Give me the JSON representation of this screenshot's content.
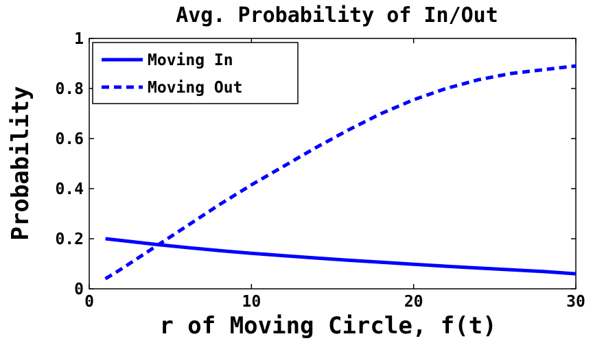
{
  "chart_data": {
    "type": "line",
    "title": "Avg. Probability of In/Out",
    "xlabel": "r of Moving Circle, f(t)",
    "ylabel": "Probability",
    "xlim": [
      0,
      30
    ],
    "ylim": [
      0,
      1
    ],
    "xticks": [
      0,
      10,
      20,
      30
    ],
    "yticks": [
      0,
      0.2,
      0.4,
      0.6,
      0.8,
      1
    ],
    "ytick_labels": [
      "0",
      "0.2",
      "0.4",
      "0.6",
      "0.8",
      "1"
    ],
    "grid": false,
    "legend_position": "top-left",
    "line_color": "#0000ff",
    "series": [
      {
        "name": "Moving In",
        "style": "solid",
        "x": [
          1,
          2,
          4,
          6,
          8,
          10,
          12,
          14,
          16,
          18,
          20,
          22,
          24,
          26,
          28,
          30
        ],
        "y": [
          0.2,
          0.193,
          0.178,
          0.165,
          0.153,
          0.142,
          0.132,
          0.123,
          0.114,
          0.106,
          0.098,
          0.09,
          0.083,
          0.076,
          0.069,
          0.06
        ]
      },
      {
        "name": "Moving Out",
        "style": "dashed",
        "x": [
          1,
          2,
          4,
          6,
          8,
          10,
          12,
          14,
          16,
          18,
          20,
          22,
          24,
          26,
          28,
          30
        ],
        "y": [
          0.04,
          0.08,
          0.165,
          0.25,
          0.335,
          0.415,
          0.49,
          0.565,
          0.635,
          0.7,
          0.755,
          0.8,
          0.835,
          0.86,
          0.875,
          0.89
        ]
      }
    ]
  }
}
